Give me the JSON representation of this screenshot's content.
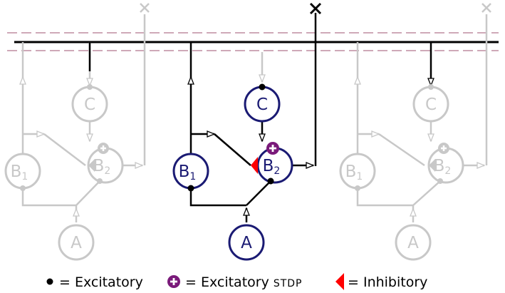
{
  "nodes": {
    "a": "A",
    "b1": "B",
    "b1_sub": "1",
    "b2": "B",
    "b2_sub": "2",
    "c": "C"
  },
  "legend": {
    "excitatory": "= Excitatory",
    "stdp_prefix": "= Excitatory",
    "stdp_suffix": "STDP",
    "inhibitory": "= Inhibitory"
  },
  "colors": {
    "active": "#1a1a73",
    "faded": "#c8c8c8",
    "bus_dash": "#cfa9b8",
    "stdp": "#7a1a7a",
    "inhibitory": "#ff0000"
  },
  "icons": {
    "terminal": "x-mark-icon",
    "stdp": "plus-circle-icon",
    "inhibitory": "triangle-icon",
    "excitatory": "dot-icon",
    "projection": "open-arrow-icon"
  }
}
